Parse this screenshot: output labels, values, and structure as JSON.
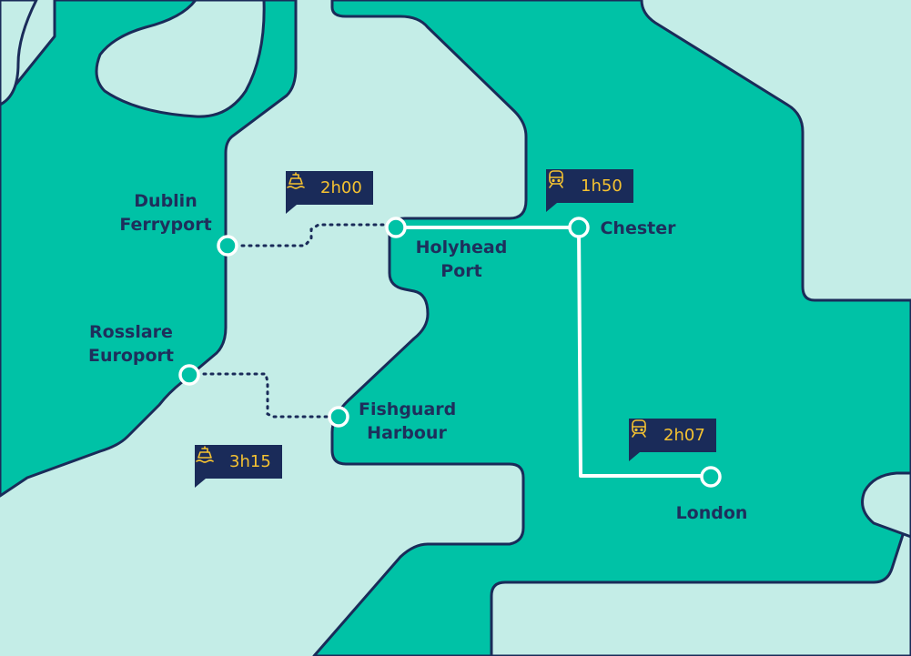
{
  "colors": {
    "sea": "#c4ede7",
    "land": "#00c2a6",
    "coast": "#1a2b59",
    "route": "#ffffff",
    "badge_bg": "#1a2b59",
    "badge_text": "#f5c231",
    "label_text": "#1e2f5c"
  },
  "places": {
    "dublin": {
      "line1": "Dublin",
      "line2": "Ferryport"
    },
    "rosslare": {
      "line1": "Rosslare",
      "line2": "Europort"
    },
    "holyhead": {
      "line1": "Holyhead",
      "line2": "Port"
    },
    "fishguard": {
      "line1": "Fishguard",
      "line2": "Harbour"
    },
    "chester": {
      "line1": "Chester"
    },
    "london": {
      "line1": "London"
    }
  },
  "durations": {
    "dublin_holyhead": {
      "icon": "ferry-icon",
      "time": "2h00"
    },
    "rosslare_fishguard": {
      "icon": "ferry-icon",
      "time": "3h15"
    },
    "holyhead_chester": {
      "icon": "train-icon",
      "time": "1h50"
    },
    "chester_london": {
      "icon": "train-icon",
      "time": "2h07"
    }
  }
}
